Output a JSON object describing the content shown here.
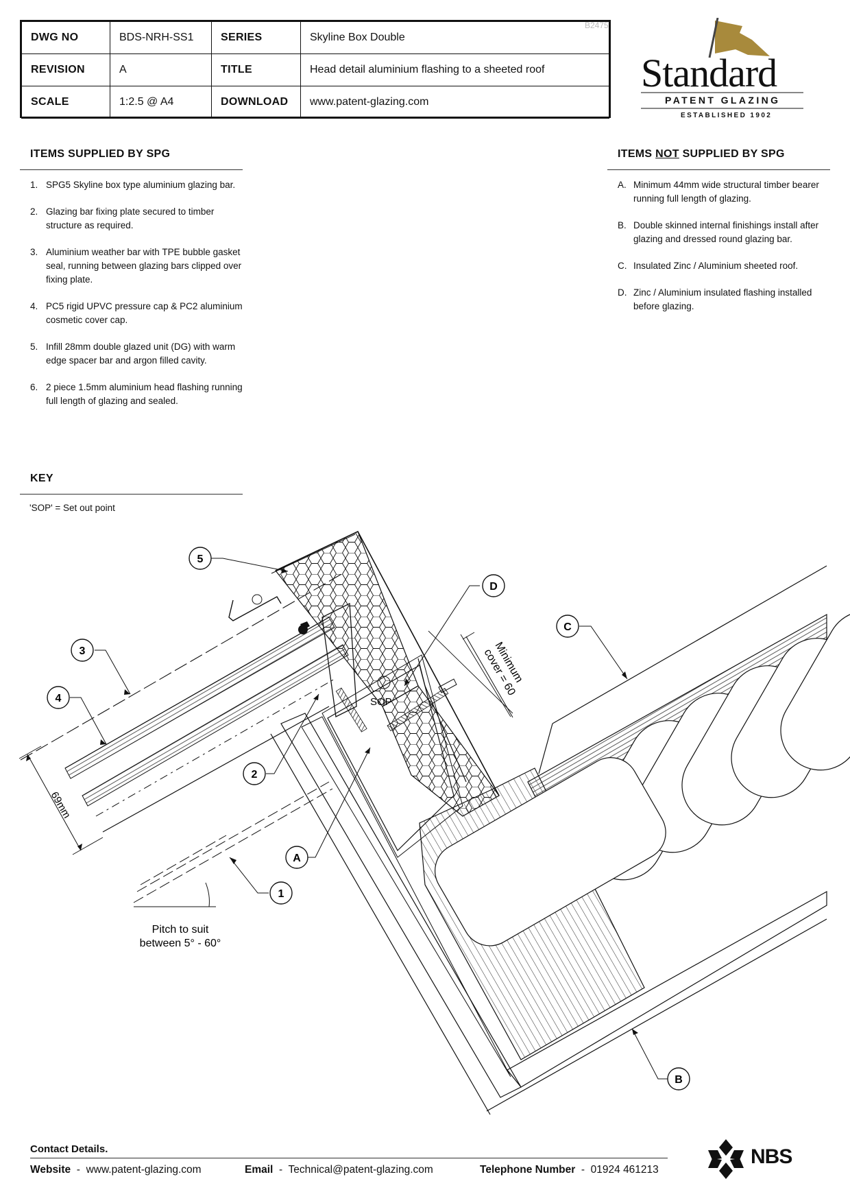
{
  "title_block": {
    "rows": [
      {
        "label1": "DWG NO",
        "value1": "BDS-NRH-SS1",
        "label2": "SERIES",
        "value2": "Skyline Box Double"
      },
      {
        "label1": "REVISION",
        "value1": "A",
        "label2": "TITLE",
        "value2": "Head detail aluminium flashing to a sheeted roof"
      },
      {
        "label1": "SCALE",
        "value1": "1:2.5 @ A4",
        "label2": "DOWNLOAD",
        "value2": "www.patent-glazing.com"
      }
    ],
    "ref_code": "B2475"
  },
  "logo": {
    "word": "Standard",
    "sub": "PATENT GLAZING",
    "established": "ESTABLISHED 1902",
    "colors": {
      "flag": "#a88a3c",
      "text": "#111111",
      "rule": "#888888"
    }
  },
  "supplied": {
    "heading": "ITEMS SUPPLIED BY SPG",
    "items": [
      {
        "num": "1.",
        "text": "SPG5 Skyline box type aluminium glazing bar."
      },
      {
        "num": "2.",
        "text": "Glazing bar fixing plate secured to timber structure as required."
      },
      {
        "num": "3.",
        "text": "Aluminium weather bar with TPE bubble gasket seal, running between glazing bars clipped over fixing plate."
      },
      {
        "num": "4.",
        "text": "PC5 rigid UPVC pressure cap & PC2 aluminium cosmetic cover cap."
      },
      {
        "num": "5.",
        "text": "Infill 28mm double glazed unit (DG) with warm edge spacer bar and argon filled cavity."
      },
      {
        "num": "6.",
        "text": "2 piece 1.5mm aluminium head flashing running full length of glazing and sealed."
      }
    ]
  },
  "not_supplied": {
    "heading_pre": "ITEMS ",
    "heading_underlined": "NOT",
    "heading_post": " SUPPLIED BY SPG",
    "items": [
      {
        "num": "A.",
        "text": "Minimum 44mm wide structural timber bearer running full length of glazing."
      },
      {
        "num": "B.",
        "text": "Double skinned internal finishings install after glazing and dressed round glazing bar."
      },
      {
        "num": "C.",
        "text": "Insulated Zinc / Aluminium sheeted roof."
      },
      {
        "num": "D.",
        "text": "Zinc / Aluminium insulated flashing installed before glazing."
      }
    ]
  },
  "key": {
    "heading": "KEY",
    "text": "'SOP' = Set out point"
  },
  "drawing": {
    "callouts": [
      "1",
      "2",
      "3",
      "4",
      "5",
      "A",
      "B",
      "C",
      "D"
    ],
    "sop_label": "SOP",
    "dim_69": "69mm",
    "min_cover_line1": "Minimum",
    "min_cover_line2": "cover = 60",
    "pitch_line1": "Pitch to suit",
    "pitch_line2": "between 5° - 60°"
  },
  "footer": {
    "contact_heading": "Contact Details.",
    "website_label": "Website",
    "website_value": "www.patent-glazing.com",
    "email_label": "Email",
    "email_value": "Technical@patent-glazing.com",
    "phone_label": "Telephone Number",
    "phone_value": "01924 461213",
    "separator": "-",
    "nbs": "NBS"
  }
}
